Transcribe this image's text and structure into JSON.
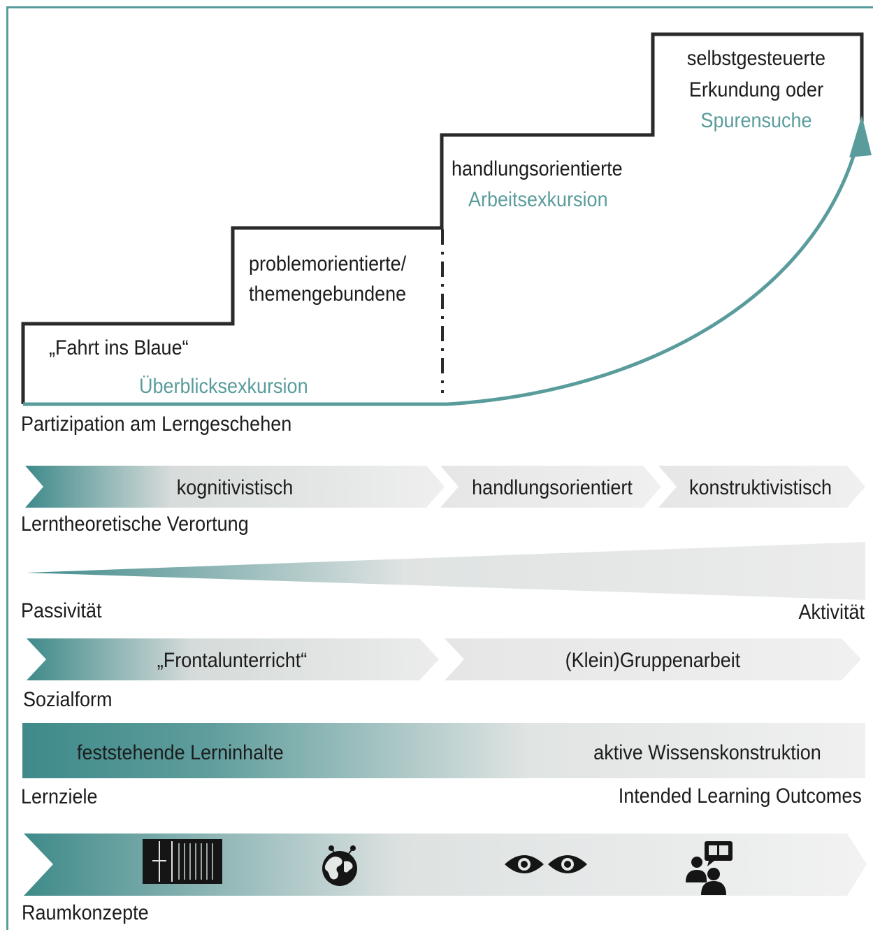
{
  "colors": {
    "teal": "#5a9c9c",
    "teal_dark": "#3f8a8a",
    "stair_line": "#2a2a2a",
    "light": "#ececec"
  },
  "stairs": {
    "step1": {
      "line1": "„Fahrt ins Blaue“",
      "line2": "Überblicksexkursion"
    },
    "step2": {
      "line1": "problemorientierte/",
      "line2": "themengebundene"
    },
    "step3": {
      "line1": "handlungsorientierte",
      "line2": "Arbeitsexkursion"
    },
    "step4": {
      "line1": "selbstgesteuerte",
      "line2": "Erkundung oder",
      "line3": "Spurensuche"
    },
    "axis_label": "Partizipation am Lerngeschehen"
  },
  "learning_theory": {
    "segments": [
      "kognitivistisch",
      "handlungsorientiert",
      "konstruktivistisch"
    ],
    "label": "Lerntheoretische Verortung"
  },
  "activity": {
    "left_label": "Passivität",
    "right_label": "Aktivität"
  },
  "social_form": {
    "segments": [
      "„Frontalunterricht“",
      "(Klein)Gruppenarbeit"
    ],
    "label": "Sozialform"
  },
  "learning_goals": {
    "left_text": "feststehende Lerninhalte",
    "right_text": "aktive Wissenskonstruktion",
    "left_label": "Lernziele",
    "right_label": "Intended Learning Outcomes"
  },
  "space_concepts": {
    "icons": [
      "container-icon",
      "globe-icon",
      "eyes-icon",
      "people-discussion-icon"
    ],
    "label": "Raumkonzepte"
  }
}
